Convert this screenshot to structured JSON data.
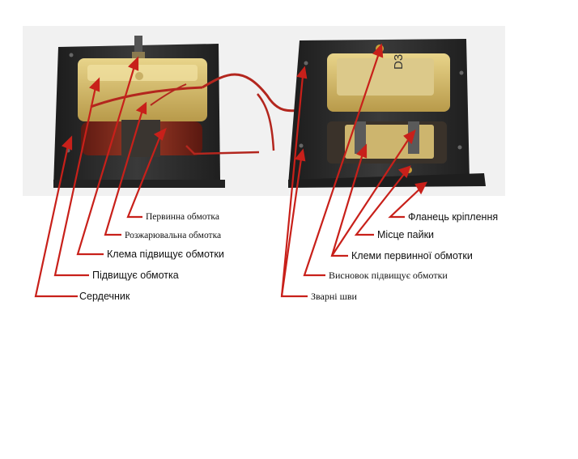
{
  "transformer_marking": "D3",
  "labels": {
    "primary_winding": "Первинна обмотка",
    "demagnetizing_winding": "Розжарювальна обмотка",
    "hv_winding_terminal": "Клема підвищує обмотки",
    "hv_winding": "Підвищує обмотка",
    "core": "Сердечник",
    "mounting_flange": "Фланець кріплення",
    "solder_point": "Місце пайки",
    "primary_terminals": "Клеми первинної обмотки",
    "hv_winding_lead": "Висновок підвищує обмотки",
    "welds": "Зварні шви"
  },
  "colors": {
    "arrow": "#c8201a",
    "core": "#2b2b2b",
    "winding_wrap": "#d9bf6a",
    "copper": "#7a2318"
  }
}
